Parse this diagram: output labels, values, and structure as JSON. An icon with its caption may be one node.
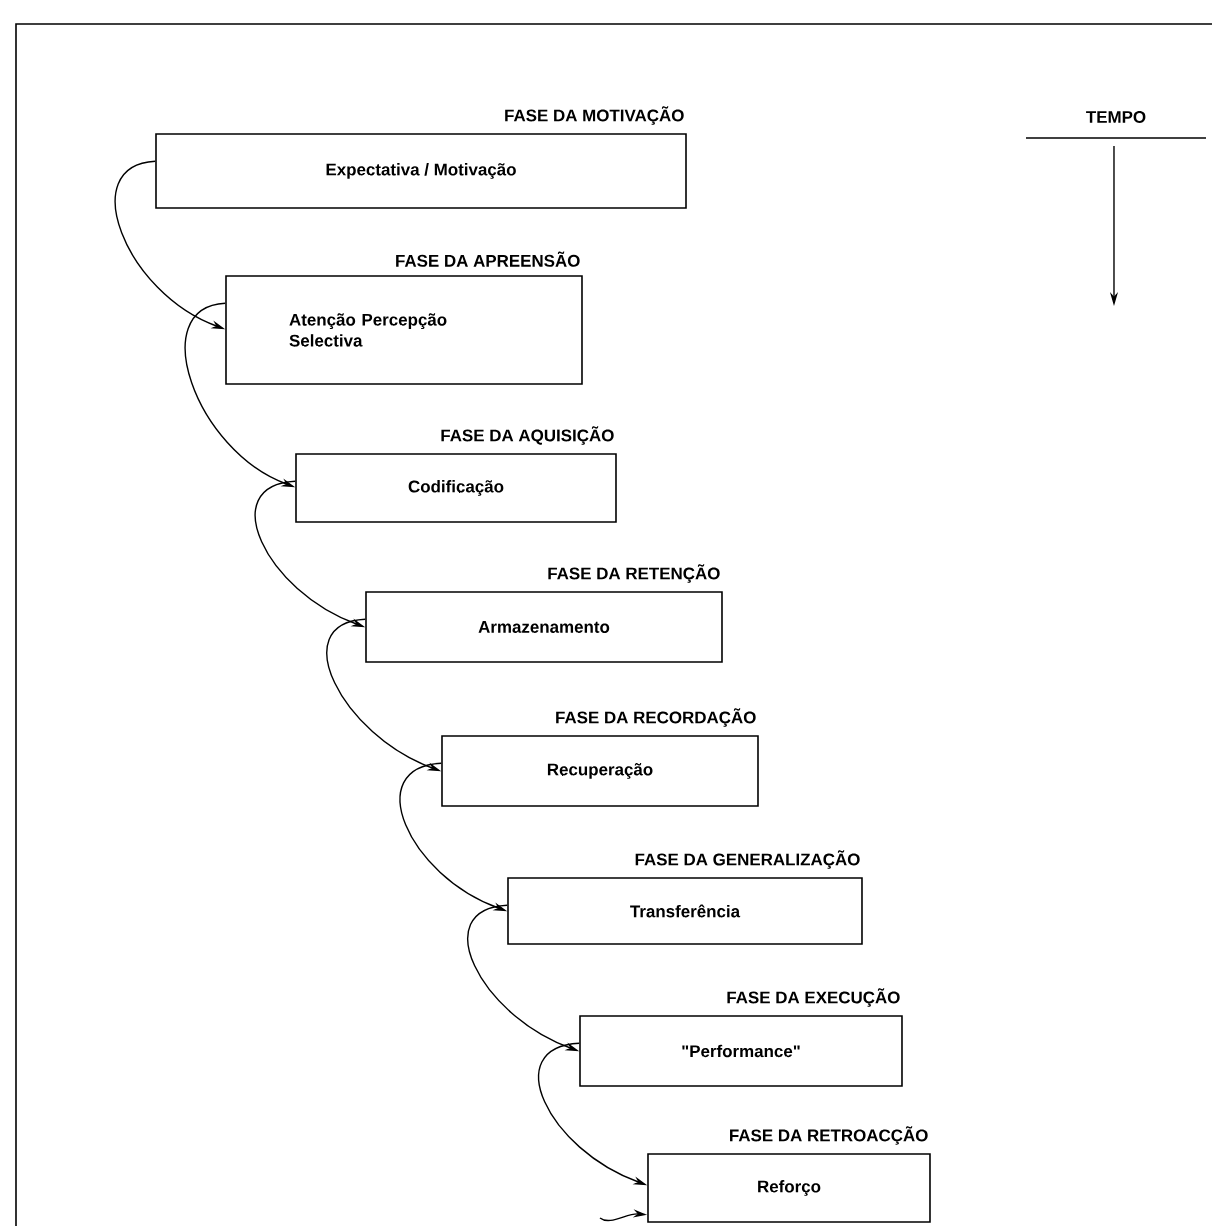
{
  "diagram": {
    "nodes": [
      {
        "text": [
          "FASE DA MOTIVAÇÃO",
          "Expectativa / Motivação"
        ]
      },
      {
        "text": [
          "FASE DA APREENSÃO",
          "Atenção Percepção Selectiva"
        ]
      },
      {
        "text": [
          "FASE DA AQUISIÇÃO",
          "Codificação"
        ]
      },
      {
        "text": [
          "FASE DA RETENÇÃO",
          "Armazenamento"
        ]
      },
      {
        "text": [
          "FASE DA RECORDAÇÃO",
          "Recuperação"
        ]
      },
      {
        "text": [
          "FASE DA GENERALIZAÇÃO",
          "Transferência"
        ]
      },
      {
        "text": [
          "FASE DA EXECUÇÃO",
          "\"Performance\""
        ]
      },
      {
        "text": [
          "FASE DA RETROACÇÃO",
          "Reforço"
        ]
      }
    ],
    "edges": [
      {
        "from": 0,
        "to": 1,
        "arrow": "to"
      },
      {
        "from": 1,
        "to": 2,
        "arrow": "to"
      },
      {
        "from": 2,
        "to": 3,
        "arrow": "to"
      },
      {
        "from": 3,
        "to": 4,
        "arrow": "to"
      },
      {
        "from": 4,
        "to": 5,
        "arrow": "to"
      },
      {
        "from": 5,
        "to": 6,
        "arrow": "to"
      },
      {
        "from": 6,
        "to": 7,
        "arrow": "to"
      },
      {
        "from": null,
        "to": 7,
        "arrow": "to"
      }
    ],
    "labels": [
      "TEMPO"
    ]
  }
}
